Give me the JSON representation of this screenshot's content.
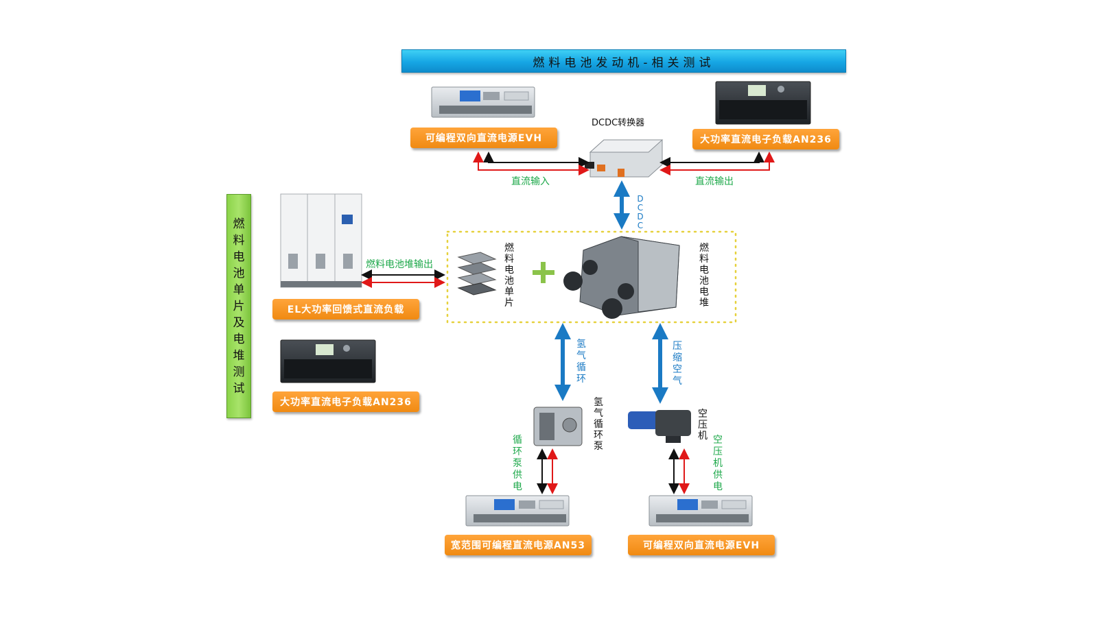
{
  "title": "燃料电池发动机-相关测试",
  "side_title": "燃料电池单片及电堆测试",
  "devices": {
    "evh_top": "可编程双向直流电源EVH",
    "an236_top": "大功率直流电子负载AN236",
    "el_load": "EL大功率回馈式直流负载",
    "an236_left": "大功率直流电子负载AN236",
    "an53": "宽范围可编程直流电源AN53",
    "evh_bottom": "可编程双向直流电源EVH"
  },
  "components": {
    "dcdc": "DCDC转换器",
    "single_cell": "燃料电池单片",
    "stack": "燃料电池电堆",
    "h2_pump": "氢气循环泵",
    "compressor": "空压机"
  },
  "connections": {
    "dc_in": "直流输入",
    "dc_out": "直流输出",
    "stack_out": "燃料电池堆输出",
    "dcdc_link": "DCDC",
    "h2_loop": "氢气循环",
    "air": "压缩空气",
    "pump_power": "循环泵供电",
    "comp_power": "空压机供电"
  },
  "colors": {
    "orange": "#f59a23",
    "blue_arrow": "#1a7ac4",
    "green_text": "#1da84a",
    "red": "#e01818",
    "title_blue": "#16a6e4",
    "side_green": "#96d858"
  }
}
